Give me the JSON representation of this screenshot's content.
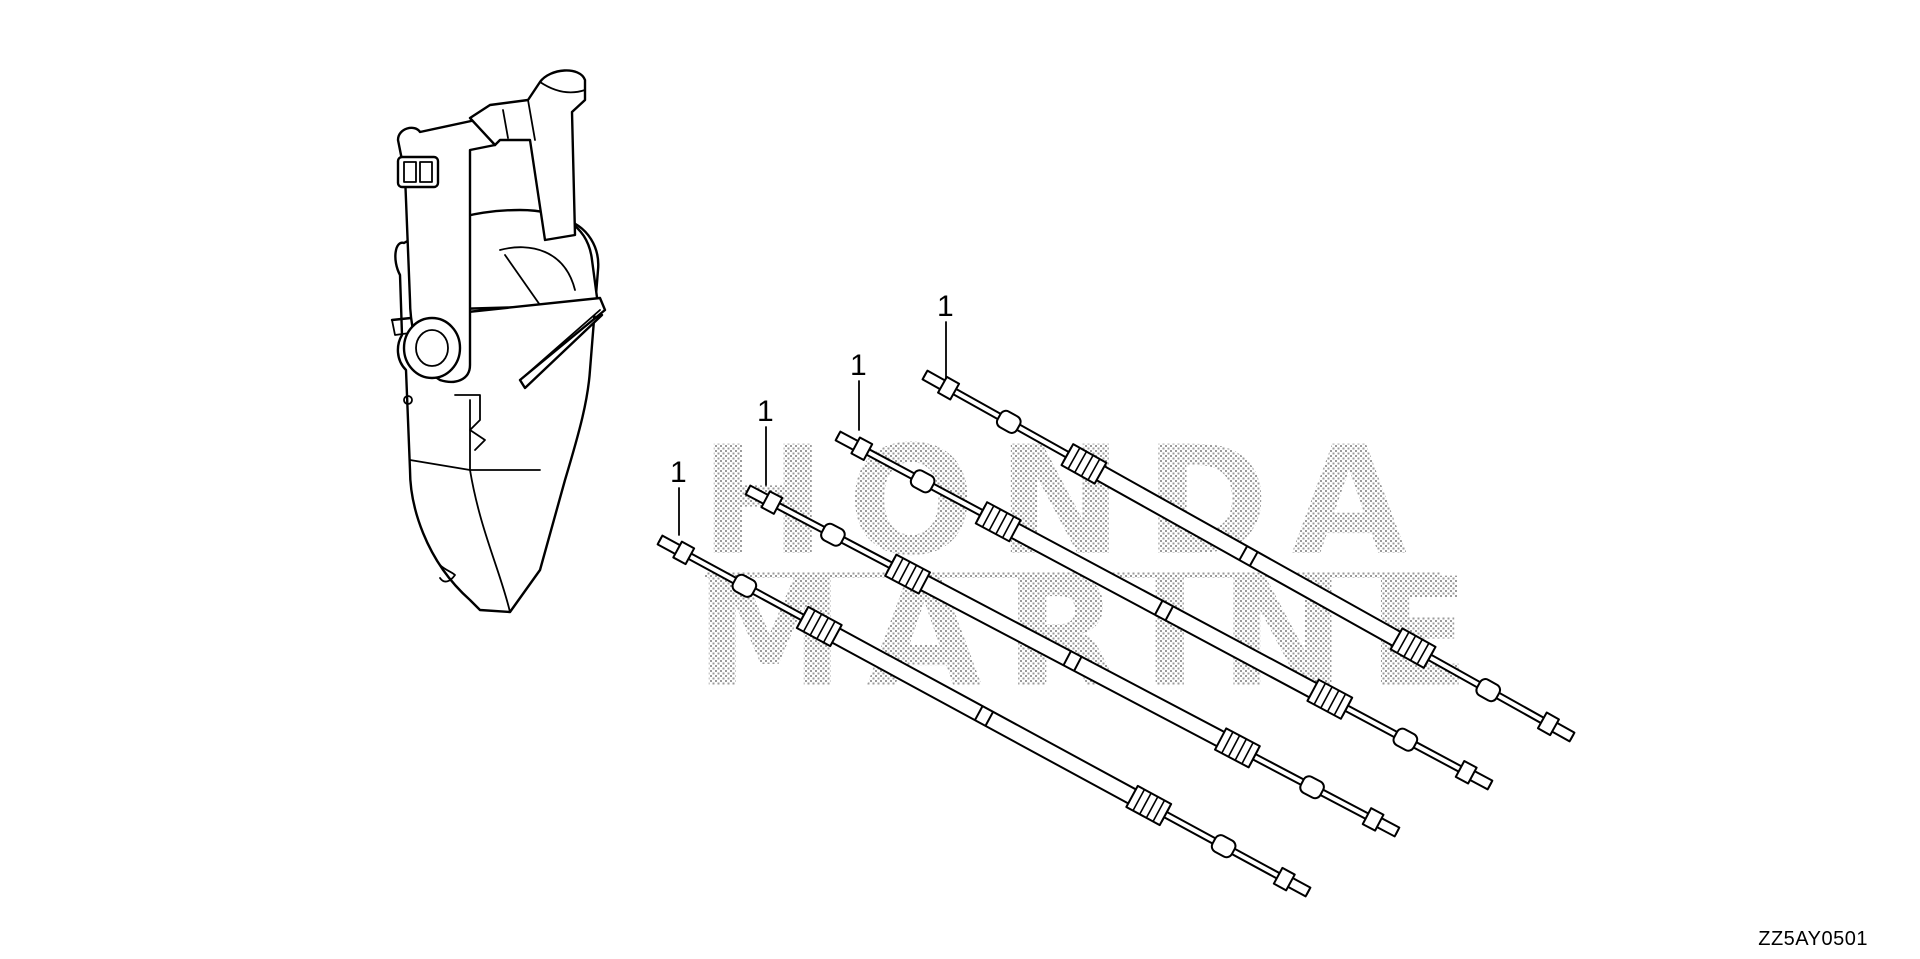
{
  "diagram": {
    "watermark": {
      "line1": "HONDA",
      "line2": "MARINE"
    },
    "callouts": [
      {
        "label": "1"
      },
      {
        "label": "1"
      },
      {
        "label": "1"
      },
      {
        "label": "1"
      }
    ],
    "diagram_code": "ZZ5AY0501"
  }
}
